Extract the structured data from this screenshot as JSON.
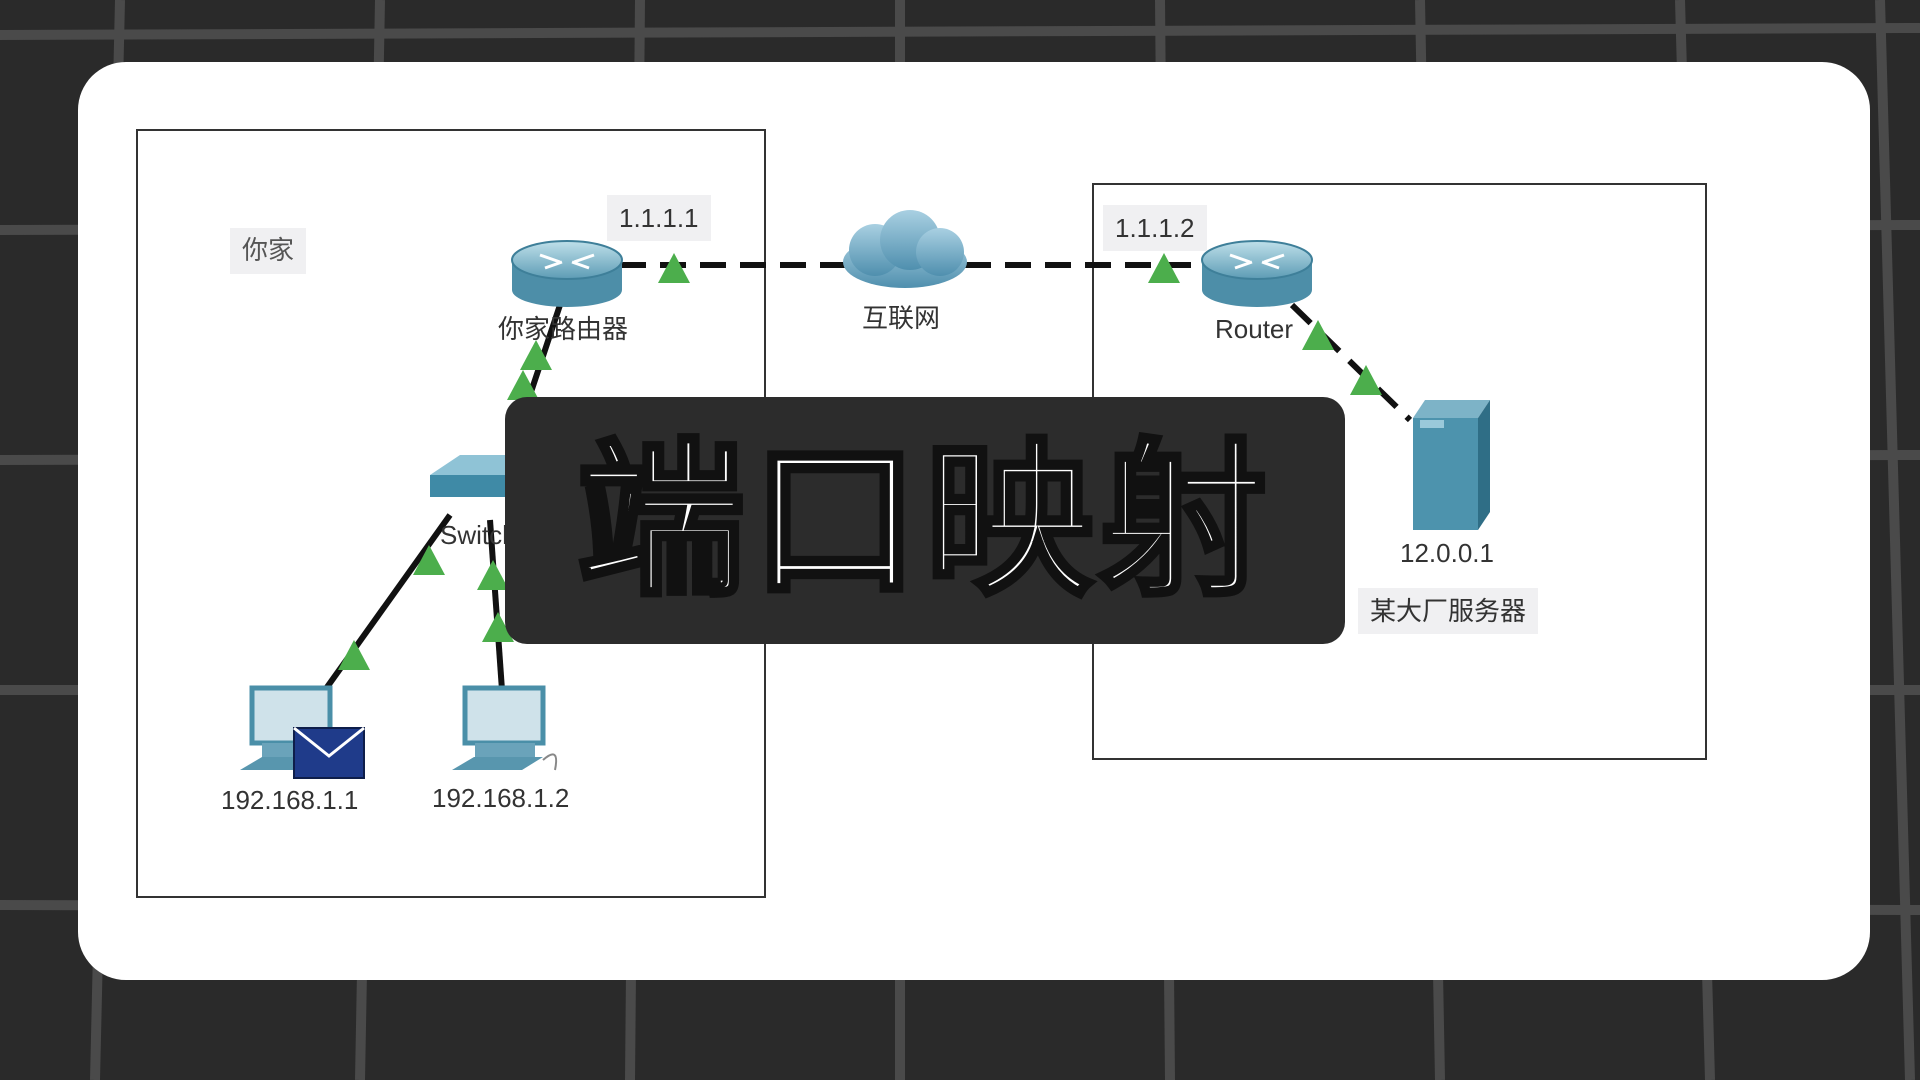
{
  "title": "端口映射",
  "home": {
    "zone_label": "你家",
    "router_label": "你家路由器",
    "router_ip": "1.1.1.1",
    "switch_label": "Switch0",
    "pc1_ip": "192.168.1.1",
    "pc2_ip": "192.168.1.2"
  },
  "internet": {
    "label": "互联网"
  },
  "remote": {
    "router_ip": "1.1.1.2",
    "router_label": "Router",
    "server_ip": "12.0.0.1",
    "server_label": "某大厂服务器"
  },
  "colors": {
    "link_up": "#4cae4c",
    "device_teal": "#4a8fa8",
    "cloud": "#6fa8c3",
    "mail_icon": "#1f3b8a"
  }
}
